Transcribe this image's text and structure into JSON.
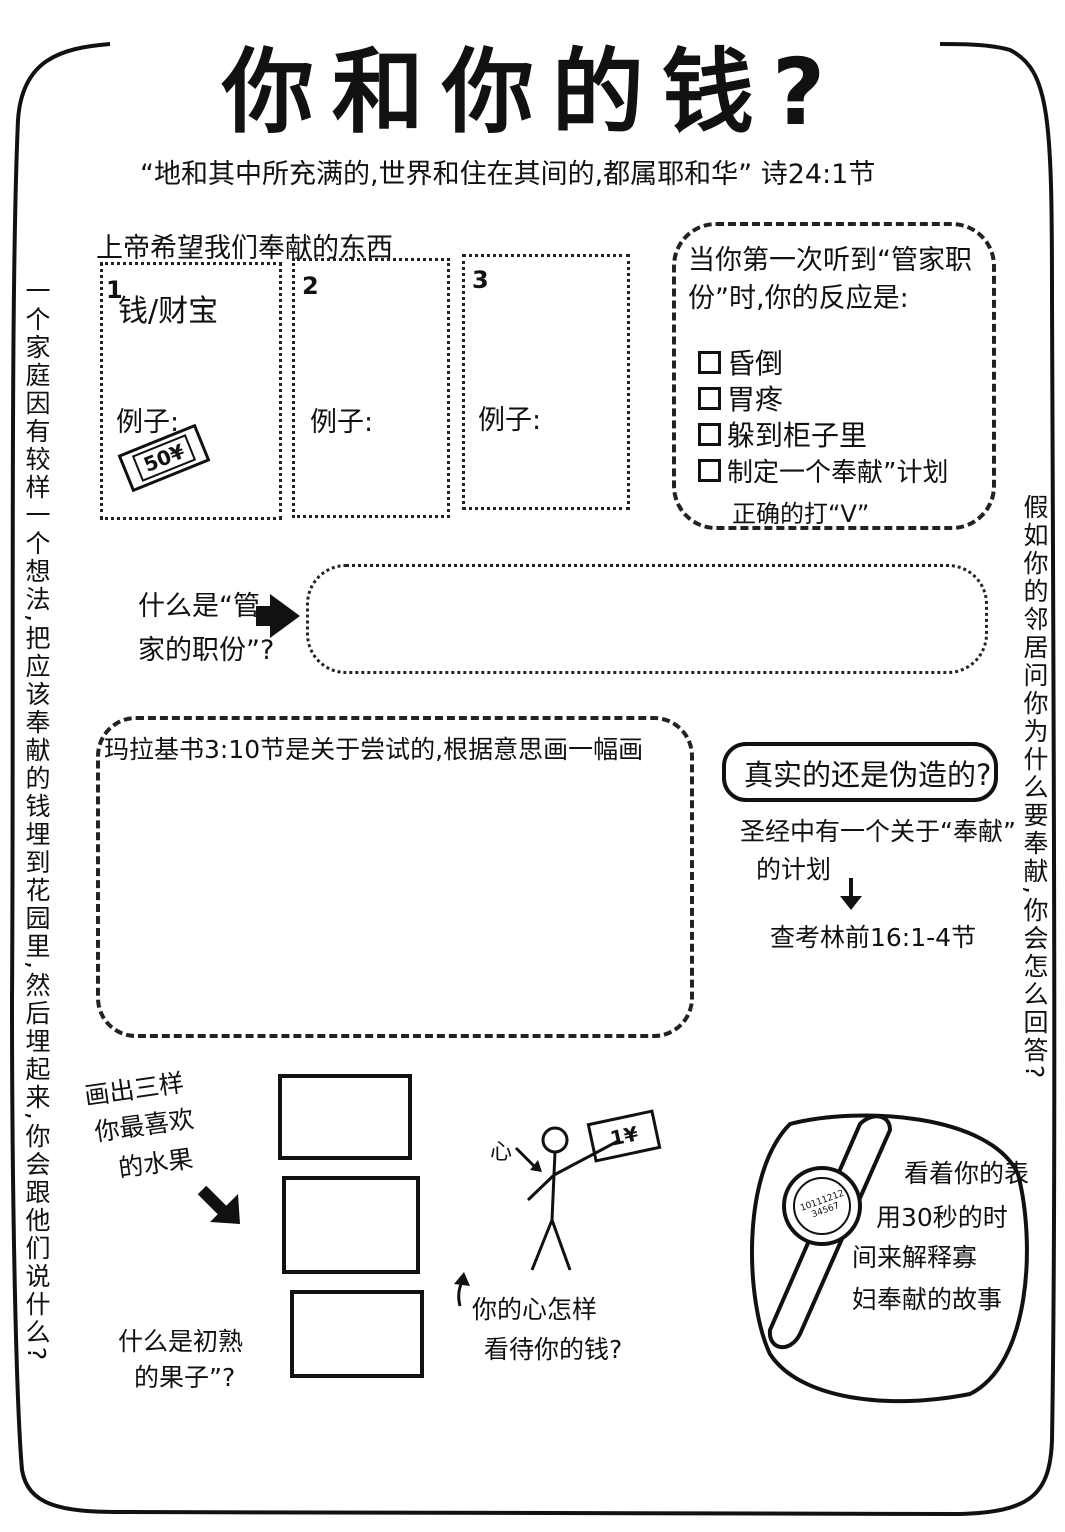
{
  "title": "你和你的钱?",
  "verse": "“地和其中所充满的,世界和住在其间的,都属耶和华” 诗24:1节",
  "giving_section": {
    "heading": "上帝希望我们奉献的东西",
    "boxes": [
      {
        "number": "1",
        "item": "钱/财宝",
        "example_label": "例子:",
        "example_value": "50¥"
      },
      {
        "number": "2",
        "item": "",
        "example_label": "例子:"
      },
      {
        "number": "3",
        "item": "",
        "example_label": "例子:"
      }
    ]
  },
  "reaction": {
    "question_line1": "当你第一次听到“管家职",
    "question_line2": "份”时,你的反应是:",
    "options": [
      "昏倒",
      "胃疼",
      "躲到柜子里",
      "制定一个奉献”计划"
    ],
    "instruction": "正确的打“V”"
  },
  "steward_question": {
    "line1": "什么是“管",
    "line2": "家的职份”?"
  },
  "malachi": {
    "prompt": "玛拉基书3:10节是关于尝试的,根据意思画一幅画"
  },
  "true_false": {
    "label": "真实的还是伪造的?",
    "desc_line1": "圣经中有一个关于“奉献”",
    "desc_line2": "的计划",
    "ref": "查考林前16:1-4节"
  },
  "left_margin": "一个家庭因有较样一个想法,把应该奉献的钱埋到花园里,然后埋起来,你会跟他们说什么?",
  "right_margin": "假如你的邻居问你为什么要奉献,你会怎么回答?",
  "fruit": {
    "prompt_line1": "画出三样",
    "prompt_line2": "你最喜欢",
    "prompt_line3": "的水果",
    "ripe_line1": "什么是初熟",
    "ripe_line2": "的果子”?"
  },
  "heart": {
    "heart_label": "心",
    "money": "1¥",
    "line1": "你的心怎样",
    "line2": "看待你的钱?"
  },
  "watch": {
    "line1": "看着你的表",
    "line2": "用30秒的时",
    "line3": "间来解释寡",
    "line4": "妇奉献的故事",
    "dial": "1011121234567"
  }
}
